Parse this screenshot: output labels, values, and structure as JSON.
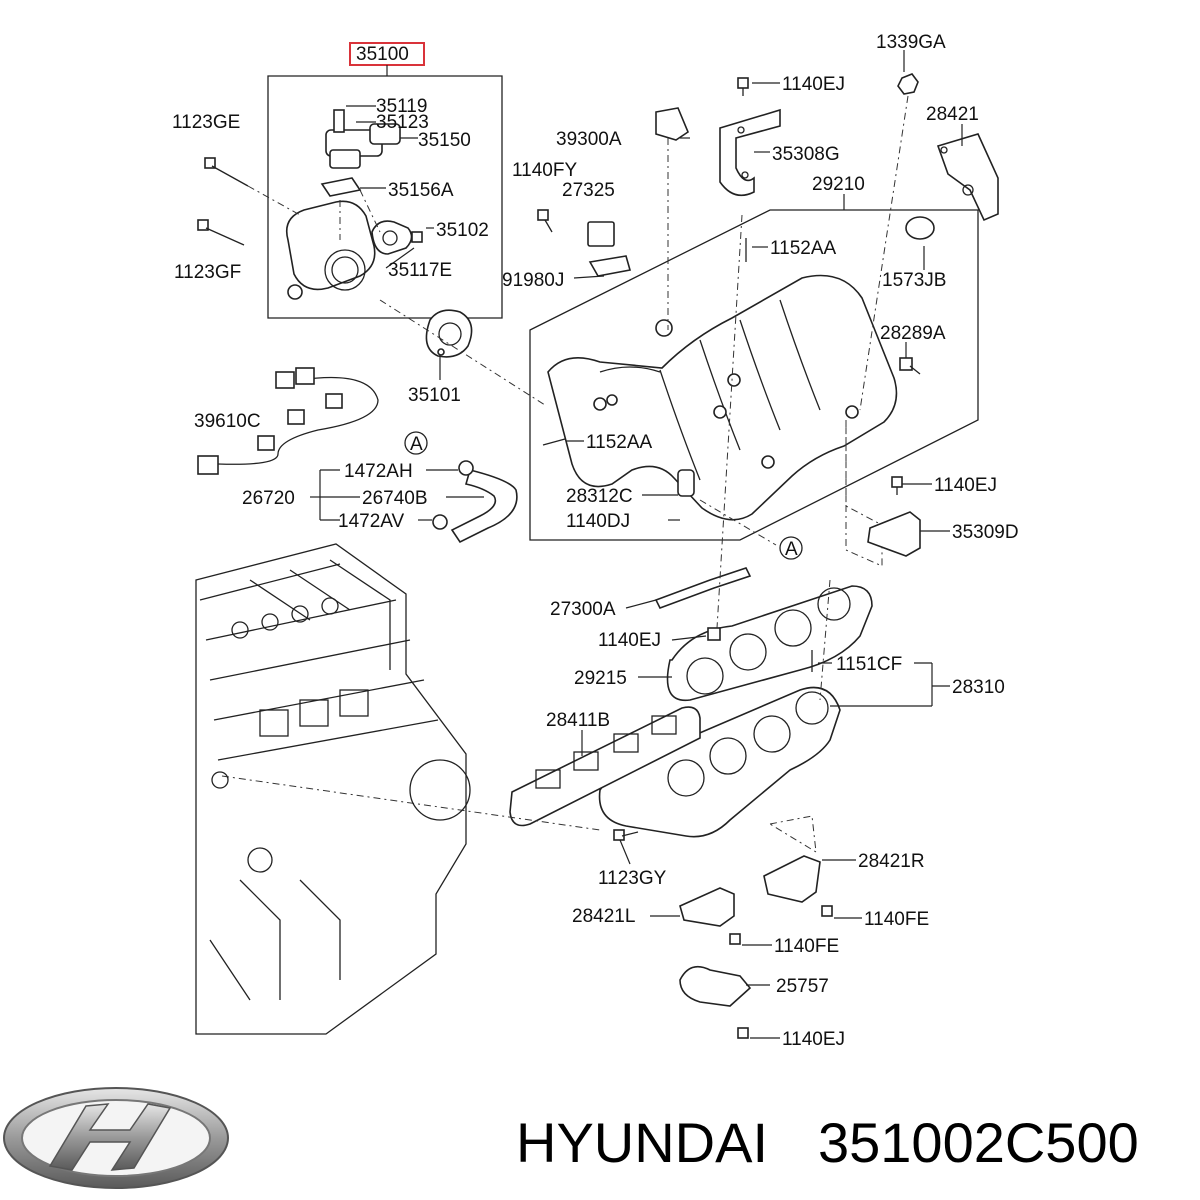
{
  "callouts": {
    "c35100": "35100",
    "c1339GA": "1339GA",
    "c1140EJ_a": "1140EJ",
    "c35119": "35119",
    "c35123": "35123",
    "c35150": "35150",
    "c1123GE": "1123GE",
    "c39300A": "39300A",
    "c35308G": "35308G",
    "c28421": "28421",
    "c35156A": "35156A",
    "c1140FY": "1140FY",
    "c27325": "27325",
    "c29210": "29210",
    "c35102": "35102",
    "c1152AA_a": "1152AA",
    "c1123GF": "1123GF",
    "c35117E": "35117E",
    "c91980J": "91980J",
    "c1573JB": "1573JB",
    "c28289A": "28289A",
    "c35101": "35101",
    "c39610C": "39610C",
    "c1152AA_b": "1152AA",
    "cA_1": "A",
    "c1472AH": "1472AH",
    "c26720": "26720",
    "c26740B": "26740B",
    "c28312C": "28312C",
    "c1140EJ_b": "1140EJ",
    "c1472AV": "1472AV",
    "c1140DJ": "1140DJ",
    "c35309D": "35309D",
    "cA_2": "A",
    "c27300A": "27300A",
    "c1140EJ_c": "1140EJ",
    "c29215": "29215",
    "c1151CF": "1151CF",
    "c28310": "28310",
    "c28411B": "28411B",
    "c28421R": "28421R",
    "c1123GY": "1123GY",
    "c28421L": "28421L",
    "c1140FE_a": "1140FE",
    "c1140FE_b": "1140FE",
    "c25757": "25757",
    "c1140EJ_d": "1140EJ"
  },
  "highlight_color": "#d9333a",
  "footer": {
    "brand": "HYUNDAI",
    "part_number": "351002C500",
    "logo_icon": "hyundai-logo-icon"
  }
}
